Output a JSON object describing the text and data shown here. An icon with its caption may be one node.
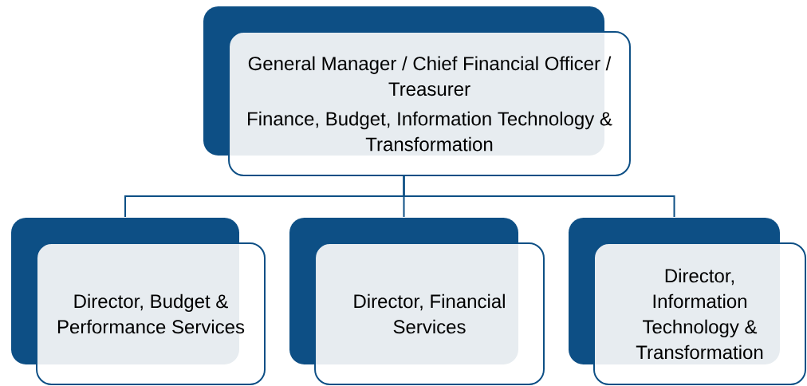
{
  "diagram": {
    "nodes": [
      {
        "text": [
          "General Manager / Chief Financial Officer / Treasurer",
          "Finance, Budget, Information Technology & Transformation"
        ]
      },
      {
        "text": [
          "Director, Budget & Performance Services"
        ]
      },
      {
        "text": [
          "Director, Financial Services"
        ]
      },
      {
        "text": [
          "Director, Information Technology & Transformation"
        ]
      }
    ],
    "edges": [
      {
        "from": 0,
        "to": 1,
        "arrow": "none"
      },
      {
        "from": 0,
        "to": 2,
        "arrow": "none"
      },
      {
        "from": 0,
        "to": 3,
        "arrow": "none"
      }
    ]
  }
}
